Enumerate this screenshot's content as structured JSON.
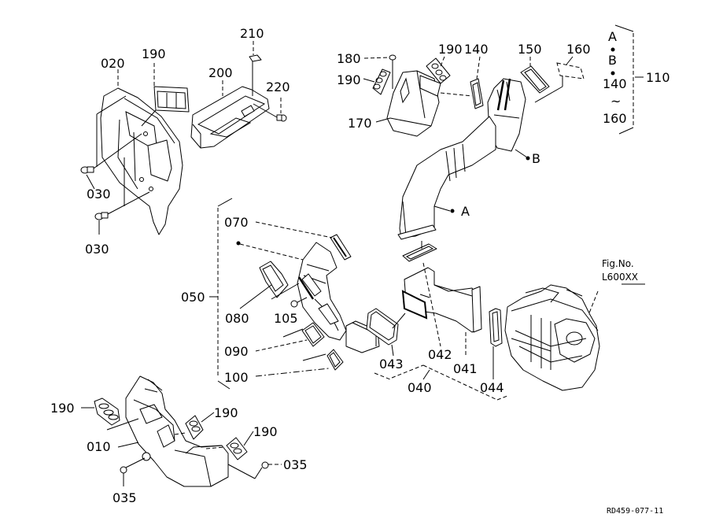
{
  "figure": {
    "fig_no_label": "Fig.No.",
    "fig_no_value": "L600XX",
    "drawing_code": "RD459-077-11"
  },
  "assembly_110": {
    "label": "110",
    "members": [
      "A",
      "B",
      "140",
      "160"
    ],
    "range_symbol": "~"
  },
  "callouts": {
    "p010": "010",
    "p020": "020",
    "p030a": "030",
    "p030b": "030",
    "p035a": "035",
    "p035b": "035",
    "p040": "040",
    "p041": "041",
    "p042": "042",
    "p043": "043",
    "p044": "044",
    "p050": "050",
    "p070": "070",
    "p080": "080",
    "p090": "090",
    "p100": "100",
    "p105": "105",
    "p140": "140",
    "p150": "150",
    "p160": "160",
    "p170": "170",
    "p180": "180",
    "p190a": "190",
    "p190b": "190",
    "p190c": "190",
    "p190d": "190",
    "p190e": "190",
    "p200": "200",
    "p210": "210",
    "p220": "220",
    "refA": "A",
    "refB": "B"
  }
}
